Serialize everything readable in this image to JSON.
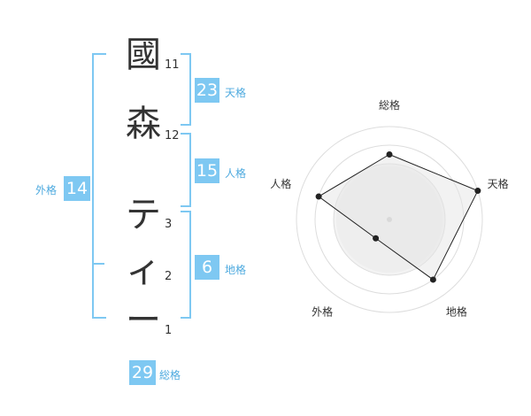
{
  "name": {
    "characters": [
      {
        "char": "國",
        "strokes": "11"
      },
      {
        "char": "森",
        "strokes": "12"
      },
      {
        "char": "テ",
        "strokes": "3"
      },
      {
        "char": "ィ",
        "strokes": "2"
      },
      {
        "char": "ー",
        "strokes": "1"
      }
    ]
  },
  "fortune": {
    "tenkaku": {
      "value": "23",
      "label": "天格"
    },
    "jinkaku": {
      "value": "15",
      "label": "人格"
    },
    "chikaku": {
      "value": "6",
      "label": "地格"
    },
    "gaikaku": {
      "value": "14",
      "label": "外格"
    },
    "soukaku": {
      "value": "29",
      "label": "総格"
    }
  },
  "radar": {
    "labels": [
      "総格",
      "天格",
      "地格",
      "外格",
      "人格"
    ],
    "values": [
      0.7,
      1.0,
      0.8,
      0.25,
      0.8
    ],
    "ring_count": 5
  },
  "colors": {
    "accent": "#7ec8f2",
    "accent_text": "#4eaadf",
    "text": "#333333",
    "radar_fill": "#eeeeee",
    "radar_ring": "#dddddd"
  }
}
